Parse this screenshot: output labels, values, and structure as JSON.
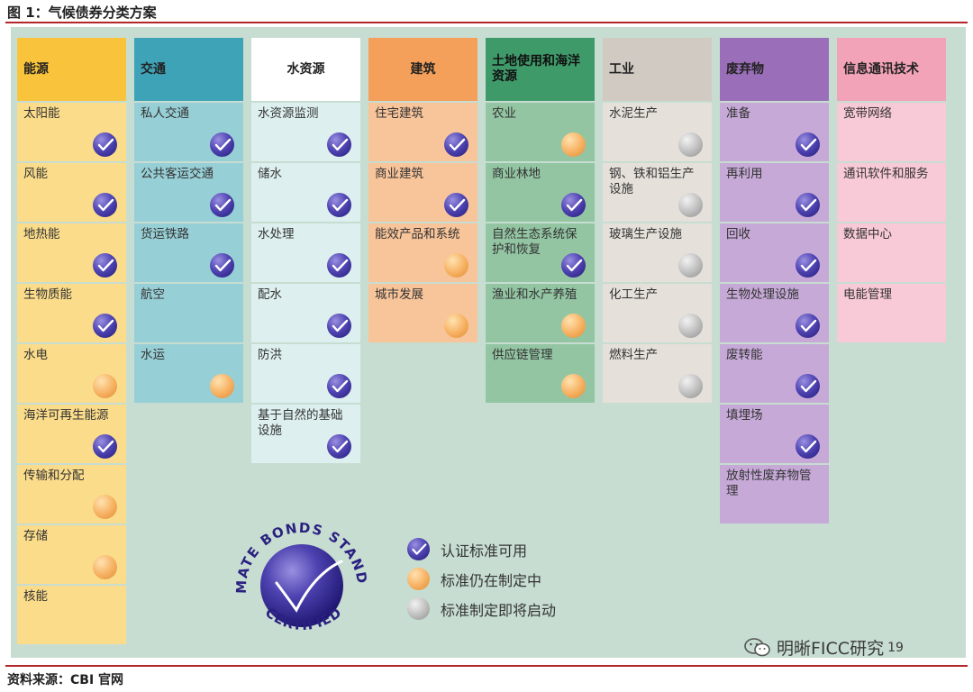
{
  "figure": {
    "title": "图 1：气候债券分类方案",
    "source": "资料来源：CBI 官网",
    "watermark": "明晰FICC研究",
    "page_number": "19"
  },
  "colors": {
    "available": "#3f34a0",
    "developing": "#f6b060",
    "starting": "#bdbdbd",
    "panel": "#c7ddd1"
  },
  "columns": [
    {
      "name": "能源",
      "head_color": "#f9c43c",
      "cell_color": "#fbdc8a",
      "head_text": "#222222",
      "align": "left",
      "items": [
        {
          "label": "太阳能",
          "status": "available"
        },
        {
          "label": "风能",
          "status": "available"
        },
        {
          "label": "地热能",
          "status": "available"
        },
        {
          "label": "生物质能",
          "status": "available"
        },
        {
          "label": "水电",
          "status": "developing"
        },
        {
          "label": "海洋可再生能源",
          "status": "available"
        },
        {
          "label": "传输和分配",
          "status": "developing"
        },
        {
          "label": "存储",
          "status": "developing"
        },
        {
          "label": "核能",
          "status": "none"
        }
      ]
    },
    {
      "name": "交通",
      "head_color": "#3ea3b7",
      "cell_color": "#97cfd6",
      "head_text": "#222222",
      "align": "left",
      "items": [
        {
          "label": "私人交通",
          "status": "available"
        },
        {
          "label": "公共客运交通",
          "status": "available"
        },
        {
          "label": "货运铁路",
          "status": "available"
        },
        {
          "label": "航空",
          "status": "none"
        },
        {
          "label": "水运",
          "status": "developing"
        }
      ]
    },
    {
      "name": "水资源",
      "head_color": "#ffffff",
      "cell_color": "#ddf0ef",
      "head_text": "#222222",
      "align": "center",
      "items": [
        {
          "label": "水资源监测",
          "status": "available"
        },
        {
          "label": "储水",
          "status": "available"
        },
        {
          "label": "水处理",
          "status": "available"
        },
        {
          "label": "配水",
          "status": "available"
        },
        {
          "label": "防洪",
          "status": "available"
        },
        {
          "label": "基于自然的基础设施",
          "status": "available"
        }
      ]
    },
    {
      "name": "建筑",
      "head_color": "#f5a05a",
      "cell_color": "#f8c49a",
      "head_text": "#222222",
      "align": "center",
      "items": [
        {
          "label": "住宅建筑",
          "status": "available"
        },
        {
          "label": "商业建筑",
          "status": "available"
        },
        {
          "label": "能效产品和系统",
          "status": "developing"
        },
        {
          "label": "城市发展",
          "status": "developing"
        }
      ]
    },
    {
      "name": "土地使用和海洋资源",
      "head_color": "#3f9a6a",
      "cell_color": "#93c5a3",
      "head_text": "#111111",
      "align": "left",
      "items": [
        {
          "label": "农业",
          "status": "developing"
        },
        {
          "label": "商业林地",
          "status": "available"
        },
        {
          "label": "自然生态系统保护和恢复",
          "status": "available"
        },
        {
          "label": "渔业和水产养殖",
          "status": "developing"
        },
        {
          "label": "供应链管理",
          "status": "developing"
        }
      ]
    },
    {
      "name": "工业",
      "head_color": "#d1cac2",
      "cell_color": "#e5e0da",
      "head_text": "#222222",
      "align": "left",
      "items": [
        {
          "label": "水泥生产",
          "status": "starting"
        },
        {
          "label": "钢、铁和铝生产设施",
          "status": "starting"
        },
        {
          "label": "玻璃生产设施",
          "status": "starting"
        },
        {
          "label": "化工生产",
          "status": "starting"
        },
        {
          "label": "燃料生产",
          "status": "starting"
        }
      ]
    },
    {
      "name": "废弃物",
      "head_color": "#9a6eb8",
      "cell_color": "#c6a9d7",
      "head_text": "#222222",
      "align": "left",
      "items": [
        {
          "label": "准备",
          "status": "available"
        },
        {
          "label": "再利用",
          "status": "available"
        },
        {
          "label": "回收",
          "status": "available"
        },
        {
          "label": "生物处理设施",
          "status": "available"
        },
        {
          "label": "废转能",
          "status": "available"
        },
        {
          "label": "填埋场",
          "status": "available"
        },
        {
          "label": "放射性废弃物管理",
          "status": "none"
        }
      ]
    },
    {
      "name": "信息通讯技术",
      "head_color": "#f2a3b7",
      "cell_color": "#f8c9d6",
      "head_text": "#222222",
      "align": "left",
      "items": [
        {
          "label": "宽带网络",
          "status": "none"
        },
        {
          "label": "通讯软件和服务",
          "status": "none"
        },
        {
          "label": "数据中心",
          "status": "none"
        },
        {
          "label": "电能管理",
          "status": "none"
        }
      ]
    }
  ],
  "legend": [
    {
      "label": "认证标准可用",
      "status": "available"
    },
    {
      "label": "标准仍在制定中",
      "status": "developing"
    },
    {
      "label": "标准制定即将启动",
      "status": "starting"
    }
  ],
  "logo": {
    "top_text": "CLIMATE BONDS STANDARD",
    "bottom_text": "CERTIFIED"
  }
}
